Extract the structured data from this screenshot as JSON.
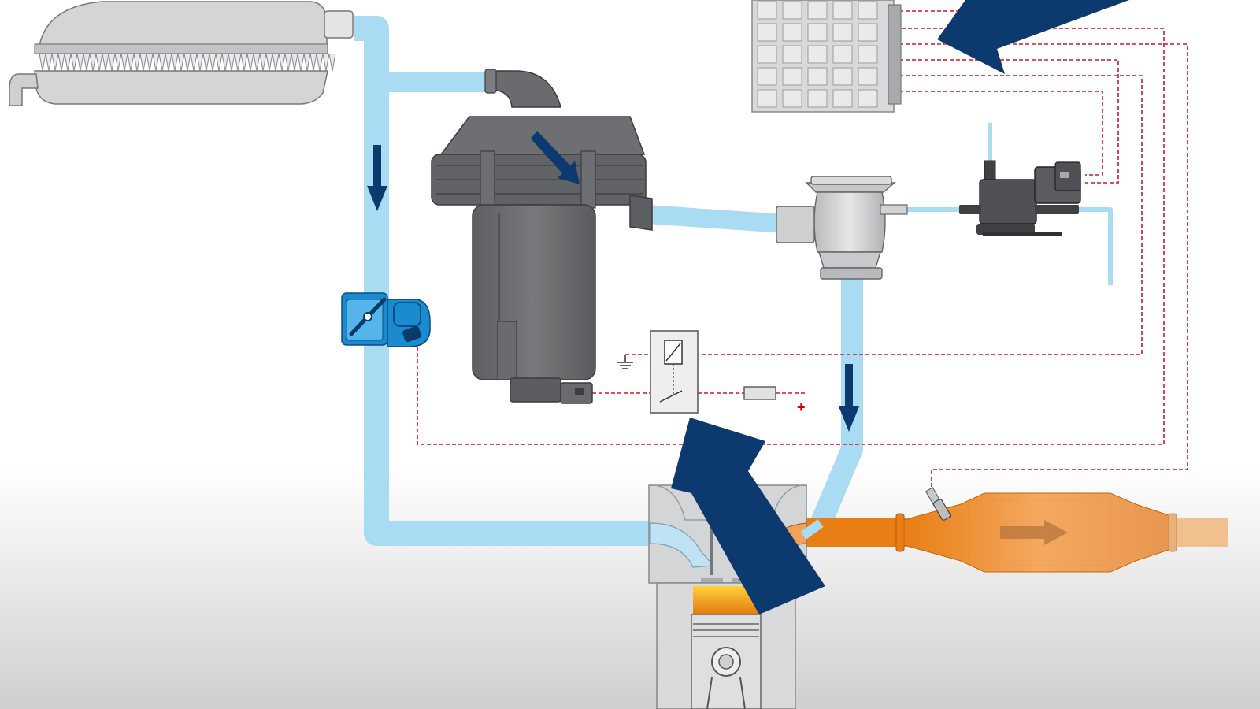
{
  "diagram": {
    "colors": {
      "air_pipe": "#a9dcf3",
      "air_pipe_dark": "#7fc6ea",
      "flow_arrow": "#0d3a6e",
      "signal_line": "#d0152a",
      "exhaust": "#e87e14",
      "component_dark": "#6a6b6e",
      "component_light": "#d4d5d7",
      "highlight_blue": "#1a8bd1"
    },
    "components": [
      "air-filter-housing",
      "secondary-air-pump",
      "combination-valve",
      "solenoid-valve",
      "engine-control-unit",
      "relay",
      "fuse",
      "throttle-position-sensor",
      "cylinder-head",
      "piston",
      "lambda-sensor",
      "catalytic-converter"
    ],
    "fuse": {
      "polarity_label": "+"
    }
  }
}
